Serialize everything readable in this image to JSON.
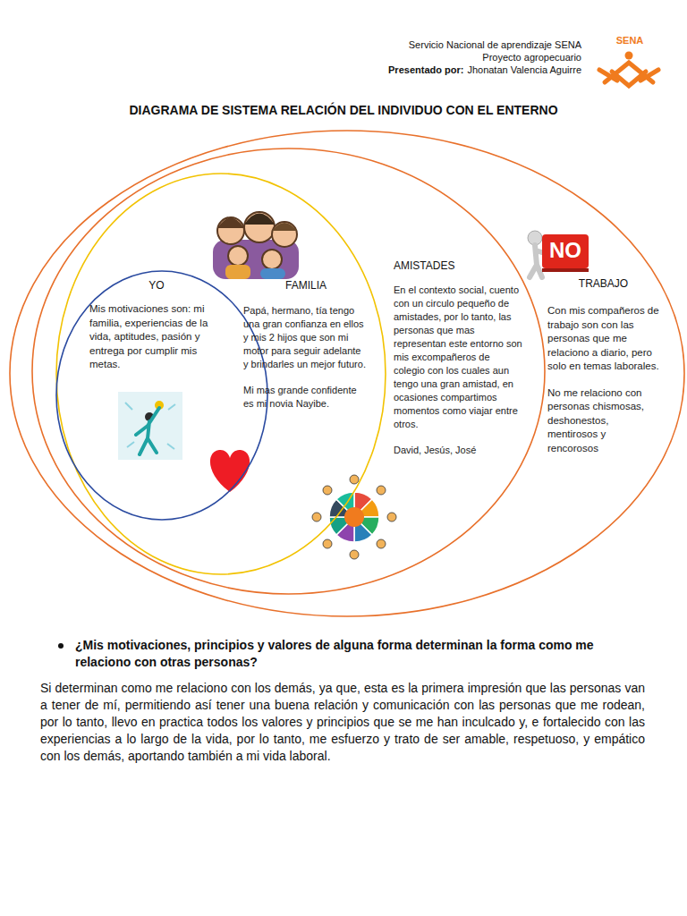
{
  "diagram": {
    "title": "DIAGRAMA DE SISTEMA RELACIÓN DEL INDIVIDUO CON EL ENTERNO",
    "nodes": [
      {
        "text": [
          "TRABAJO",
          "Con mis compañeros de trabajo son con las personas que me relaciono a diario, pero solo en temas laborales.",
          "No me relaciono con personas chismosas, deshonestos, mentirosos y rencorosos"
        ]
      },
      {
        "text": [
          "AMISTADES",
          "En el contexto social, cuento con un circulo pequeño de amistades, por lo tanto, las personas que mas representan este entorno son mis excompañeros de colegio con los cuales aun tengo una gran amistad, en ocasiones compartimos momentos como viajar entre otros.",
          "David, Jesús, José"
        ],
        "in": 0
      },
      {
        "text": [
          "FAMILIA",
          "Papá, hermano, tía tengo una gran confianza en ellos y mis 2 hijos que son mi motor para seguir adelante y brindarles un mejor futuro.",
          "Mi mas grande confidente es mi novia Nayibe."
        ],
        "in": 1
      },
      {
        "text": [
          "YO",
          "Mis motivaciones son: mi familia, experiencias de la vida, aptitudes, pasión y entrega por cumplir mis metas."
        ],
        "in": 2
      }
    ],
    "labels": [
      "Servicio Nacional de aprendizaje SENA",
      "Proyecto agropecuario",
      "Presentado por:",
      "Jhonatan Valencia Aguirre",
      "SENA",
      "NO",
      "¿Mis motivaciones, principios y valores de alguna forma determinan la forma como me relaciono con otras personas?",
      "Si determinan como me relaciono con los demás, ya que, esta es la primera impresión que las personas van a tener de mí, permitiendo así tener una buena relación y comunicación con las personas que me rodean, por lo tanto, llevo en practica todos los valores y principios que se me han inculcado y, e fortalecido con las experiencias a lo largo de la vida, por lo tanto, me esfuerzo y trato de ser amable, respetuoso, y empático con los demás, aportando también a mi vida laboral."
    ]
  }
}
